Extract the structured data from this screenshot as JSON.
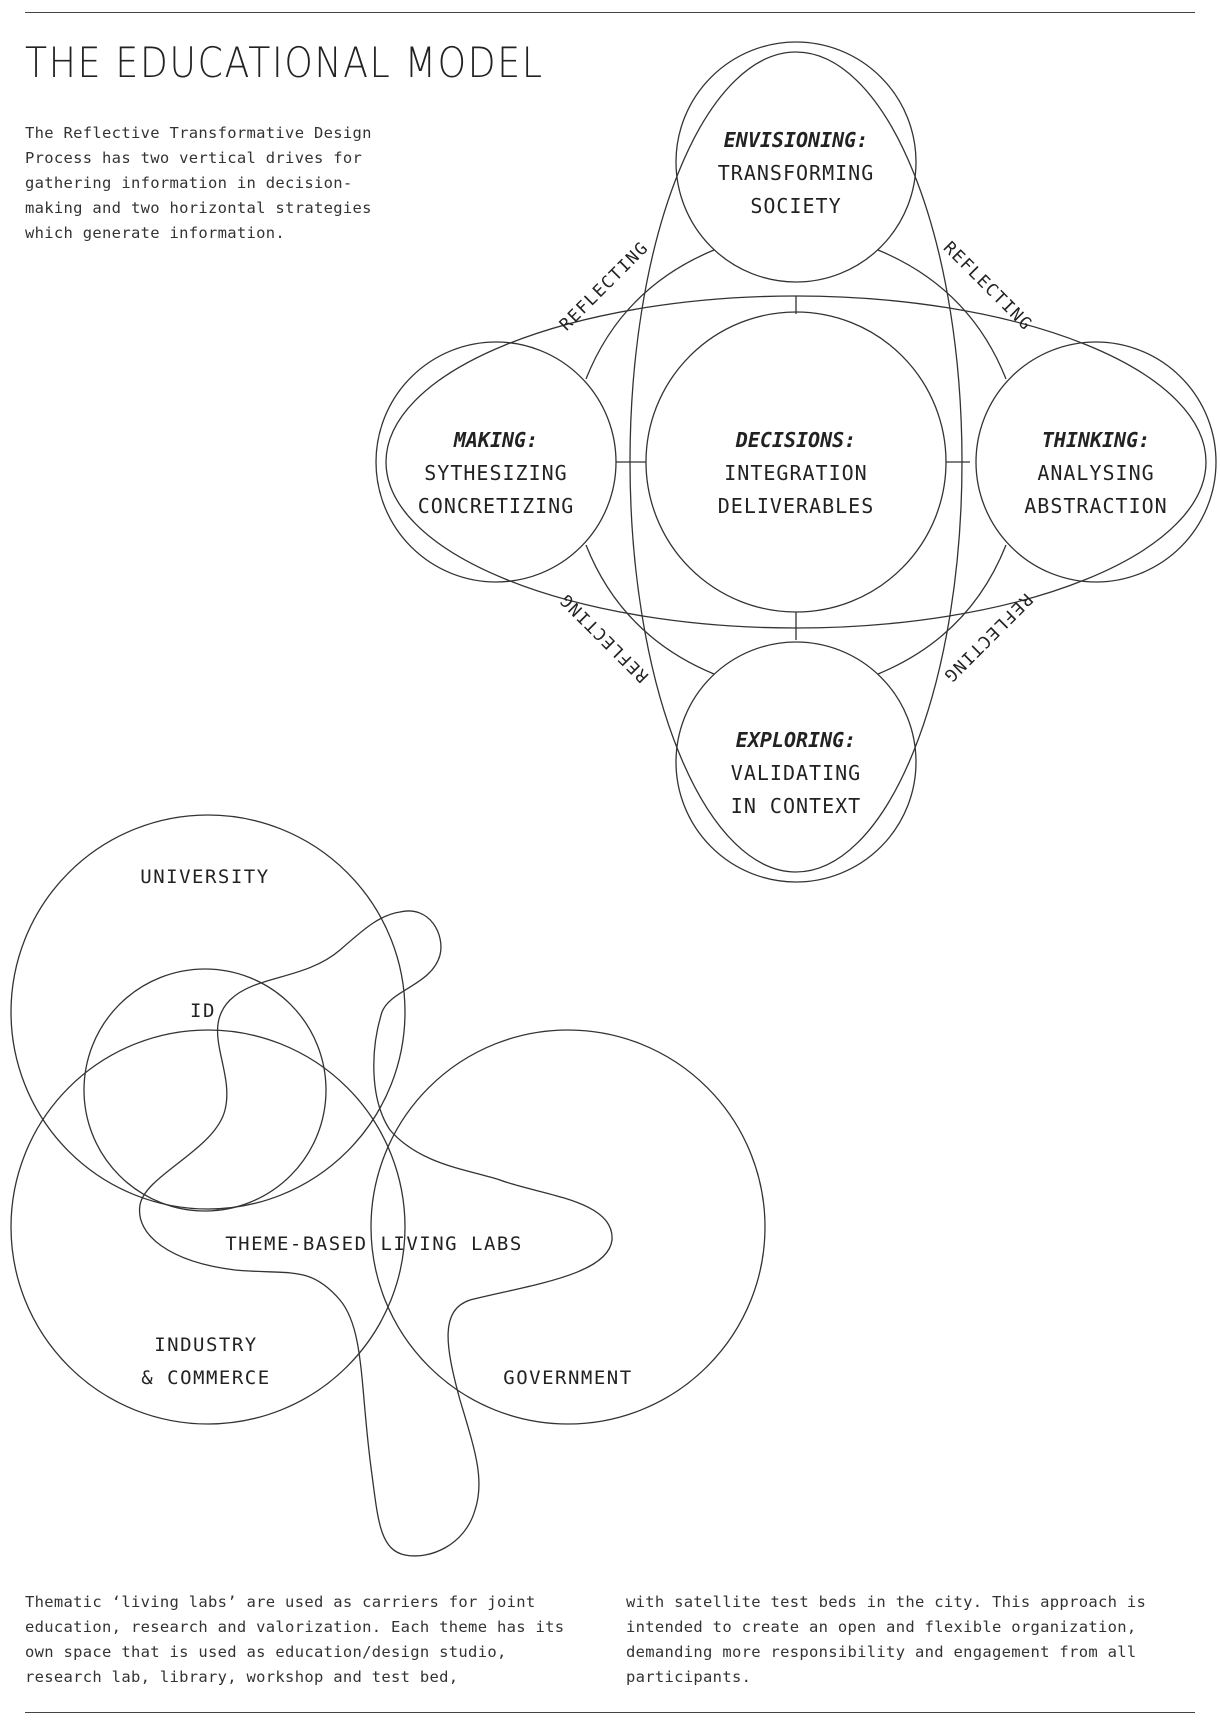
{
  "title": "THE EDUCATIONAL MODEL",
  "intro": "The Reflective Transformative Design Process has two vertical drives for gathering information in decision-making and two horizontal strategies which generate information.",
  "process_diagram": {
    "envisioning": {
      "heading": "ENVISIONING:",
      "line1": "TRANSFORMING",
      "line2": "SOCIETY"
    },
    "making": {
      "heading": "MAKING:",
      "line1": "SYTHESIZING",
      "line2": "CONCRETIZING"
    },
    "decisions": {
      "heading": "DECISIONS:",
      "line1": "INTEGRATION",
      "line2": "DELIVERABLES"
    },
    "thinking": {
      "heading": "THINKING:",
      "line1": "ANALYSING",
      "line2": "ABSTRACTION"
    },
    "exploring": {
      "heading": "EXPLORING:",
      "line1": "VALIDATING",
      "line2": "IN CONTEXT"
    },
    "reflecting": "REFLECTING"
  },
  "venn_diagram": {
    "university": "UNIVERSITY",
    "id": "ID",
    "living_labs": "THEME-BASED LIVING LABS",
    "industry_line1": "INDUSTRY",
    "industry_line2": "& COMMERCE",
    "government": "GOVERNMENT"
  },
  "footer": {
    "col1": "Thematic ‘living labs’ are used as carriers for joint education, research and valorization. Each theme has its own space that is used as education/design studio, research lab, library, workshop and test bed,",
    "col2": "with satellite test beds in the city. This approach is intended to create an open and flexible organization, demanding more responsibility and engagement from all participants."
  }
}
